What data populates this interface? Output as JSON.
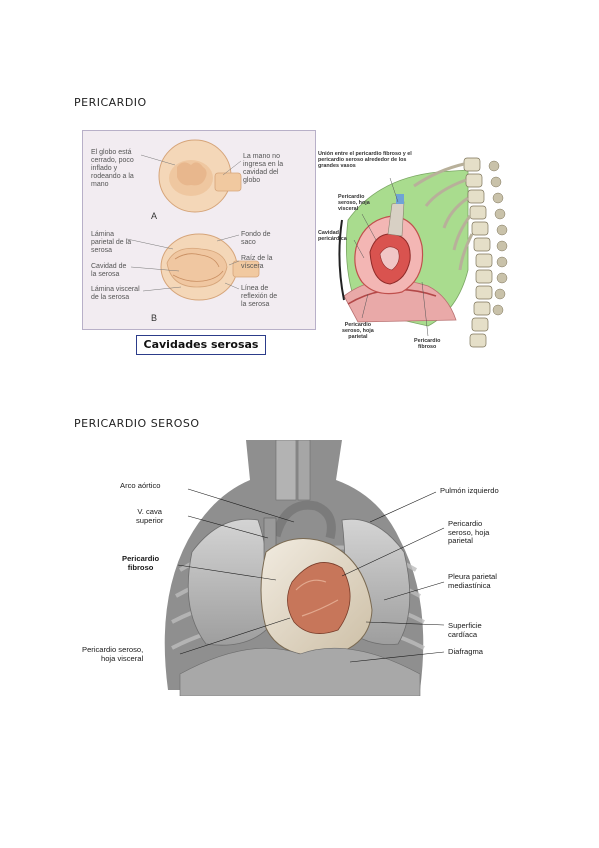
{
  "sections": [
    {
      "title": "PERICARDIO"
    },
    {
      "title": "PERICARDIO SEROSO"
    }
  ],
  "figure1": {
    "caption": "Cavidades serosas",
    "panel_a": "A",
    "panel_b": "B",
    "labels": [
      "El globo está\ncerrado, poco\ninflado y\nrodeando a la\nmano",
      "La mano no\ningresa en la\ncavidad del\nglobo",
      "Lámina\nparietal de la\nserosa",
      "Cavidad de\nla serosa",
      "Lámina visceral\nde la serosa",
      "Fondo de\nsaco",
      "Raíz de la\nvíscera",
      "Línea de\nreflexión de\nla serosa"
    ]
  },
  "figure2": {
    "labels": [
      "Unión entre el pericardio fibroso y el\npericardio seroso alrededor de los\ngrandes vasos",
      "Pericardio\nseroso, hoja\nvisceral",
      "Cavidad\npericárdica",
      "Pericardio\nseroso, hoja\nparietal",
      "Pericardio\nfibroso"
    ]
  },
  "figure3": {
    "labels_left": [
      "Arco aórtico",
      "V. cava\nsuperior",
      "Pericardio\nfibroso",
      "Pericardio seroso,\nhoja visceral"
    ],
    "labels_right": [
      "Pulmón izquierdo",
      "Pericardio\nseroso, hoja\nparietal",
      "Pleura parietal\nmediastínica",
      "Superficie\ncardíaca",
      "Diafragma"
    ]
  }
}
